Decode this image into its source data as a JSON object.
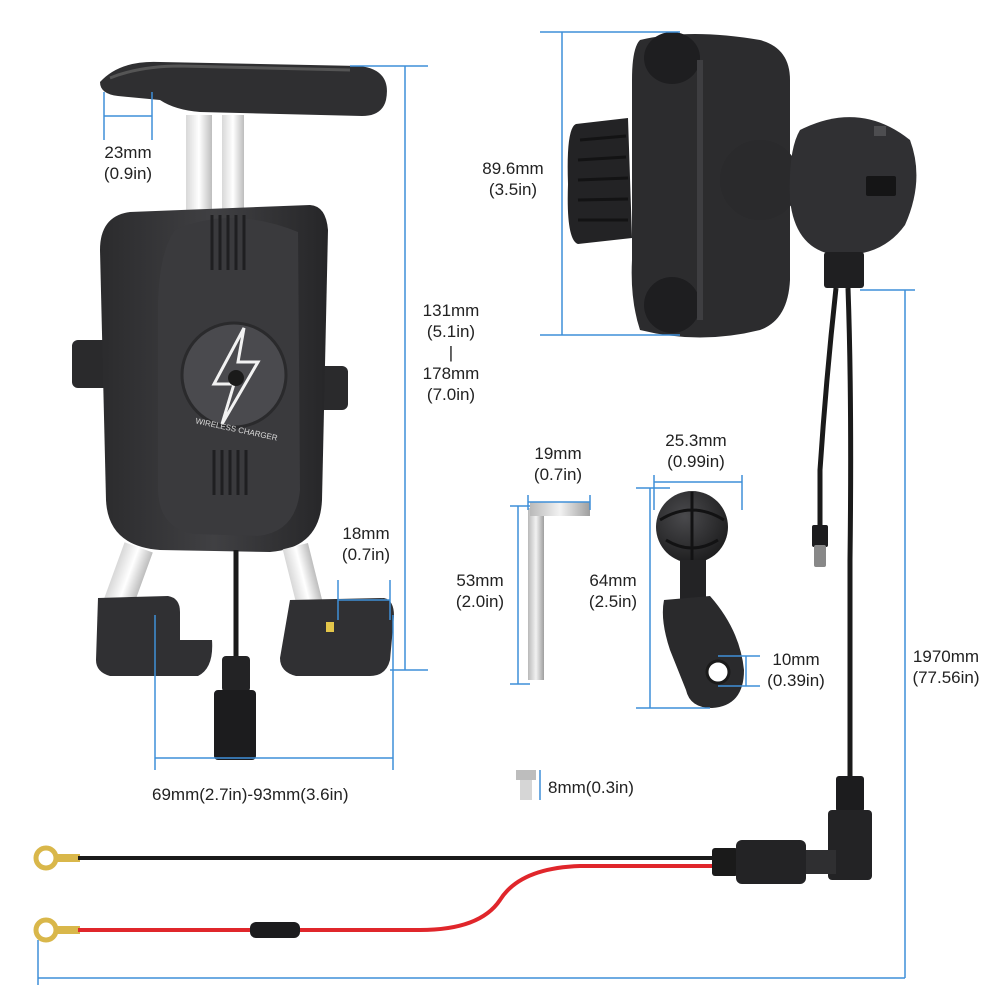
{
  "colors": {
    "dimension_line": "#3f8fd8",
    "product_dark": "#2a2a2c",
    "product_mid": "#3b3b3e",
    "wire_black": "#1a1a1a",
    "wire_red": "#e0262b",
    "terminal_gold": "#d9b74a"
  },
  "product": {
    "charger_badge": "WIRELESS CHARGER",
    "charger_icon": "lightning-bolt-icon"
  },
  "dimensions": {
    "clamp_arm_width": {
      "mm": "23mm",
      "inch": "(0.9in)"
    },
    "holder_height": {
      "min_mm": "131mm",
      "min_in": "(5.1in)",
      "separator": "|",
      "max_mm": "178mm",
      "max_in": "(7.0in)"
    },
    "foot_depth": {
      "mm": "18mm",
      "inch": "(0.7in)"
    },
    "holder_width_range": "69mm(2.7in)-93mm(3.6in)",
    "ball_mount_height": {
      "mm": "89.6mm",
      "inch": "(3.5in)"
    },
    "hex_key_width": {
      "mm": "19mm",
      "inch": "(0.7in)"
    },
    "hex_key_length": {
      "mm": "53mm",
      "inch": "(2.0in)"
    },
    "ball_diameter": {
      "mm": "25.3mm",
      "inch": "(0.99in)"
    },
    "ball_stem_height": {
      "mm": "64mm",
      "inch": "(2.5in)"
    },
    "mount_hole": {
      "mm": "10mm",
      "inch": "(0.39in)"
    },
    "screw_length": "8mm(0.3in)",
    "cable_length": {
      "mm": "1970mm",
      "inch": "(77.56in)"
    }
  }
}
